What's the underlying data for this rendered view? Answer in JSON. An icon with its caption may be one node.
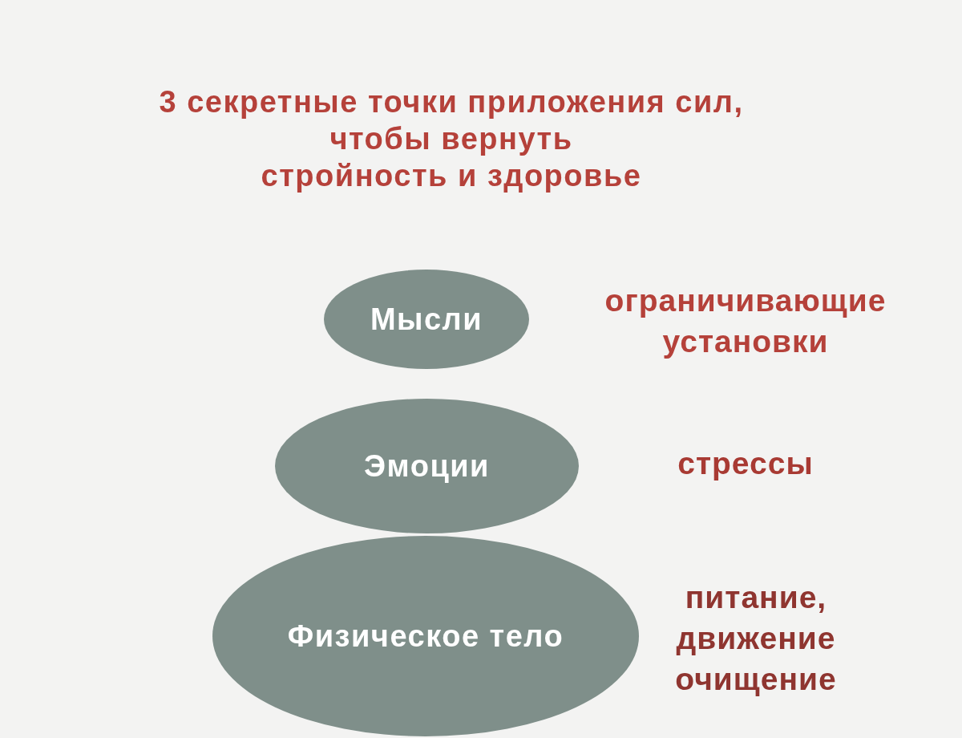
{
  "diagram": {
    "title": "3 секретные точки приложения сил, чтобы вернуть стройность и здоровье",
    "nodes": [
      {
        "text": [
          "Мысли"
        ],
        "beside": [
          "ограничивающие установки"
        ]
      },
      {
        "text": [
          "Эмоции"
        ],
        "beside": [
          "стрессы"
        ]
      },
      {
        "text": [
          "Физическое тело"
        ],
        "beside": [
          "питание, движение очищение"
        ]
      }
    ]
  }
}
